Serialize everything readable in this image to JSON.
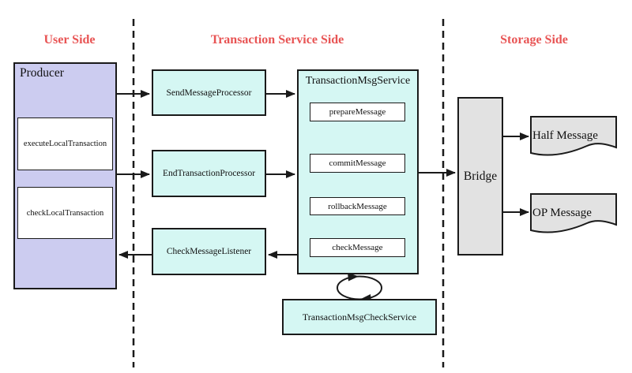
{
  "headers": {
    "user_side": "User Side",
    "transaction_service_side": "Transaction Service Side",
    "storage_side": "Storage Side"
  },
  "user_side": {
    "producer": "Producer",
    "execute_local_transaction": "executeLocalTransaction",
    "check_local_transaction": "checkLocalTransaction"
  },
  "service_side": {
    "send_message_processor": "SendMessageProcessor",
    "end_transaction_processor": "EndTransactionProcessor",
    "check_message_listener": "CheckMessageListener",
    "transaction_msg_service": "TransactionMsgService",
    "prepare_message": "prepareMessage",
    "commit_message": "commitMessage",
    "rollback_message": "rollbackMessage",
    "check_message": "checkMessage",
    "transaction_msg_check_service": "TransactionMsgCheckService"
  },
  "storage_side": {
    "bridge": "Bridge",
    "half_message": "Half Message",
    "op_message": "OP Message"
  },
  "colors": {
    "header_text": "#E85454",
    "producer_fill": "#CCCCF0",
    "service_fill": "#D5F7F3",
    "storage_fill": "#E2E2E2",
    "node_border": "#1A1A1A",
    "connector": "#1A1A1A",
    "inner_fill": "#FFFFFF",
    "background": "#FFFFFF"
  }
}
